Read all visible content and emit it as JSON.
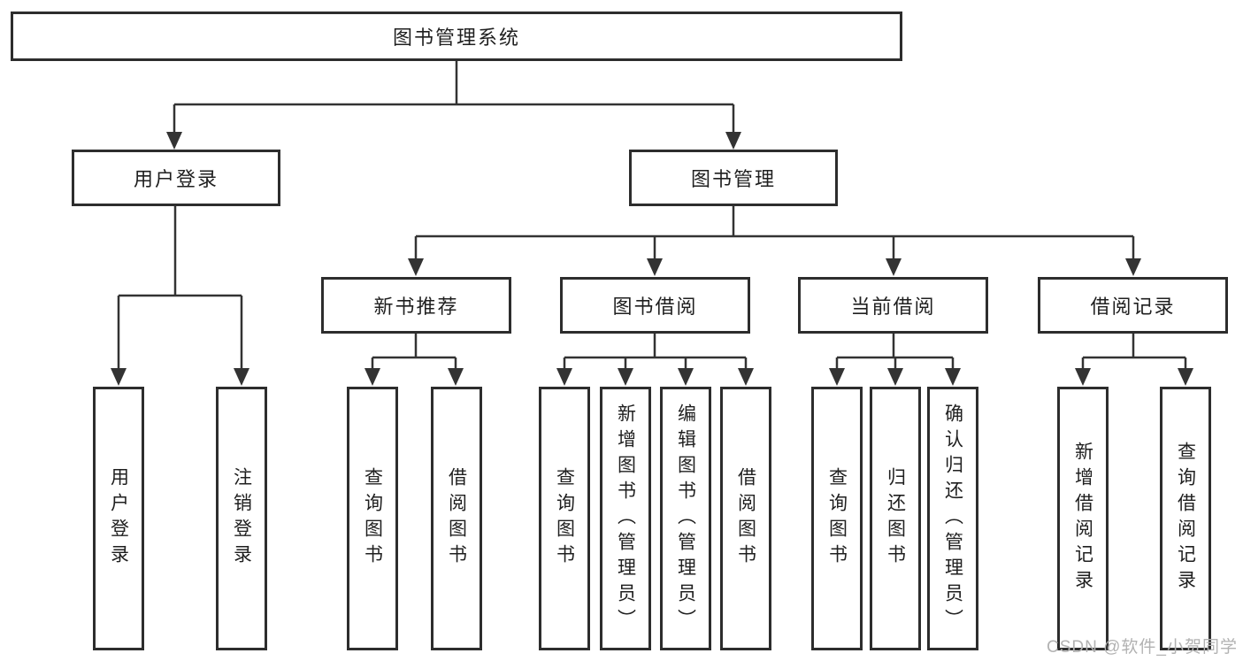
{
  "diagram": {
    "root": {
      "label": "图书管理系统"
    },
    "login": {
      "label": "用户登录",
      "children": [
        {
          "label": "用户登录"
        },
        {
          "label": "注销登录"
        }
      ]
    },
    "manage": {
      "label": "图书管理",
      "sections": [
        {
          "label": "新书推荐",
          "children": [
            {
              "label": "查询图书"
            },
            {
              "label": "借阅图书"
            }
          ]
        },
        {
          "label": "图书借阅",
          "children": [
            {
              "label": "查询图书"
            },
            {
              "label": "新增图书（管理员）"
            },
            {
              "label": "编辑图书（管理员）"
            },
            {
              "label": "借阅图书"
            }
          ]
        },
        {
          "label": "当前借阅",
          "children": [
            {
              "label": "查询图书"
            },
            {
              "label": "归还图书"
            },
            {
              "label": "确认归还（管理员）"
            }
          ]
        },
        {
          "label": "借阅记录",
          "children": [
            {
              "label": "新增借阅记录"
            },
            {
              "label": "查询借阅记录"
            }
          ]
        }
      ]
    }
  },
  "watermark": {
    "text": "CSDN @软件_小贺同学"
  },
  "colors": {
    "line": "#333333",
    "box_border": "#2d2d2d",
    "text": "#1f1f1f",
    "watermark": "#b2b2b2",
    "background": "#ffffff"
  }
}
